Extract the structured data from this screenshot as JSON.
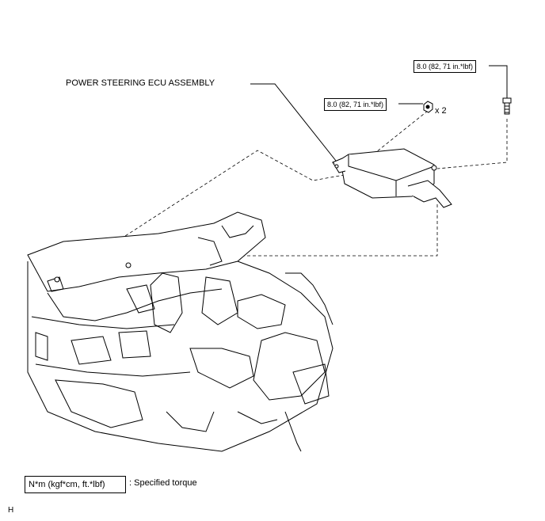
{
  "callouts": {
    "ecu_label": "POWER STEERING ECU ASSEMBLY",
    "torque_nut": "8.0 (82, 71 in.*lbf)",
    "torque_bolt": "8.0 (82, 71 in.*lbf)",
    "qty": "x 2"
  },
  "legend": {
    "unit": "N*m (kgf*cm, ft.*lbf)",
    "meaning": ": Specified torque"
  },
  "corner_mark": "H"
}
